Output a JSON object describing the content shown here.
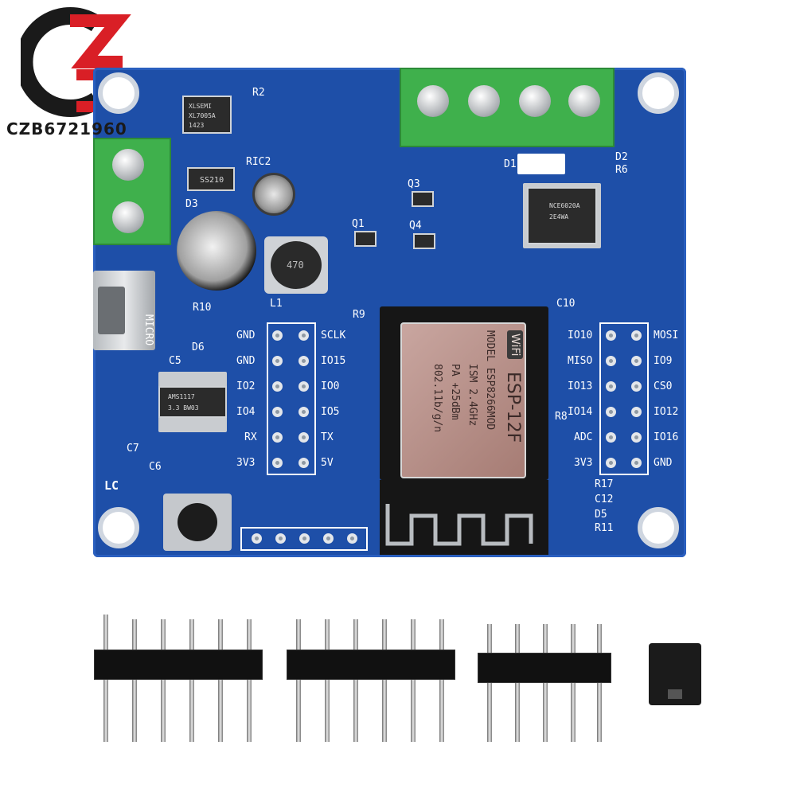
{
  "image": {
    "watermark_text": "CZB6721960",
    "colors": {
      "pcb": "#1e4fa8",
      "terminal": "#3fb04c",
      "silk": "#ffffff",
      "logo_red": "#d91f26"
    }
  },
  "board": {
    "labels": {
      "r2": "R2",
      "ric2": "RIC2",
      "d3": "D3",
      "d1": "D1",
      "d2": "D2",
      "r6": "R6",
      "q3": "Q3",
      "q1": "Q1",
      "q4": "Q4",
      "l1": "L1",
      "micro": "MICRO",
      "r10": "R10",
      "d6": "D6",
      "c5": "C5",
      "c7": "C7",
      "c6": "C6",
      "lc": "LC",
      "r9": "R9",
      "c10": "C10",
      "r8": "R8",
      "r17": "R17",
      "c12": "C12",
      "d5": "D5",
      "r11": "R11"
    },
    "chips": {
      "xl_chip_line1": "XLSEMI",
      "xl_chip_line2": "XL7005A",
      "xl_chip_line3": "1423",
      "diode_d3": "SS210",
      "inductor": "470",
      "mosfet_line1": "NCE6020A",
      "mosfet_line2": "2E4WA",
      "ldo_line1": "AMS1117",
      "ldo_line2": "3.3 BW03"
    },
    "esp_module": {
      "wifi_badge": "WiFi",
      "name": "ESP-12F",
      "model": "MODEL ESP8266MOD",
      "ism": "ISM 2.4GHz",
      "pa": "PA +25dBm",
      "std": "802.11b/g/n"
    },
    "left_pin_labels": [
      "GND",
      "GND",
      "IO2",
      "IO4",
      "RX",
      "3V3"
    ],
    "left_pin_labels_right": [
      "SCLK",
      "IO15",
      "IO0",
      "IO5",
      "TX",
      "5V"
    ],
    "right_pin_labels": [
      "IO10",
      "MISO",
      "IO13",
      "IO14",
      "ADC",
      "3V3"
    ],
    "right_pin_labels_right": [
      "MOSI",
      "IO9",
      "CS0",
      "IO12",
      "IO16",
      "GND"
    ]
  }
}
